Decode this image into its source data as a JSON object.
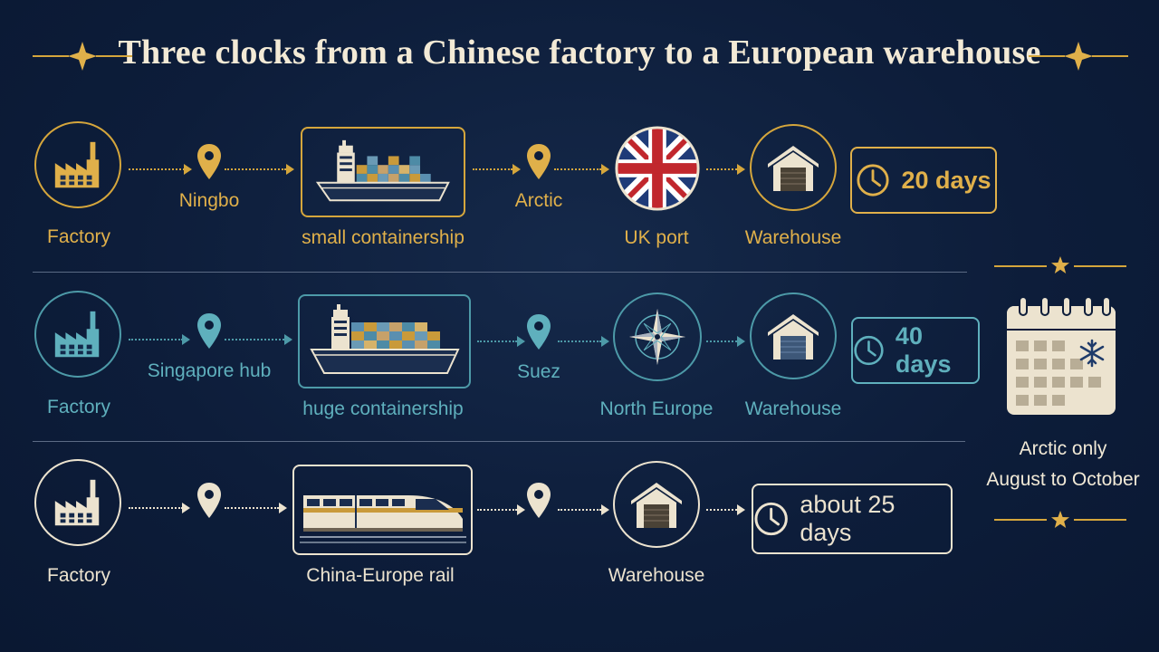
{
  "title": "Three clocks from a Chinese factory to a European warehouse",
  "colors": {
    "gold": "#e0b04a",
    "teal": "#5fb0bd",
    "cream": "#ece3cf",
    "background": "#0d1d3a"
  },
  "rows": [
    {
      "factory": "Factory",
      "stop1": "Ningbo",
      "vessel": "small containership",
      "stop2": "Arctic",
      "port": "UK port",
      "warehouse": "Warehouse",
      "days": "20 days",
      "port_icon": "union-jack-icon"
    },
    {
      "factory": "Factory",
      "stop1": "Singapore hub",
      "vessel": "huge containership",
      "stop2": "Suez",
      "port": "North Europe",
      "warehouse": "Warehouse",
      "days": "40 days",
      "port_icon": "compass-rose-icon"
    },
    {
      "factory": "Factory",
      "vessel": "China-Europe rail",
      "warehouse": "Warehouse",
      "days": "about 25 days"
    }
  ],
  "side": {
    "line1": "Arctic only",
    "line2": "August to October",
    "icon": "calendar-snowflake-icon"
  }
}
